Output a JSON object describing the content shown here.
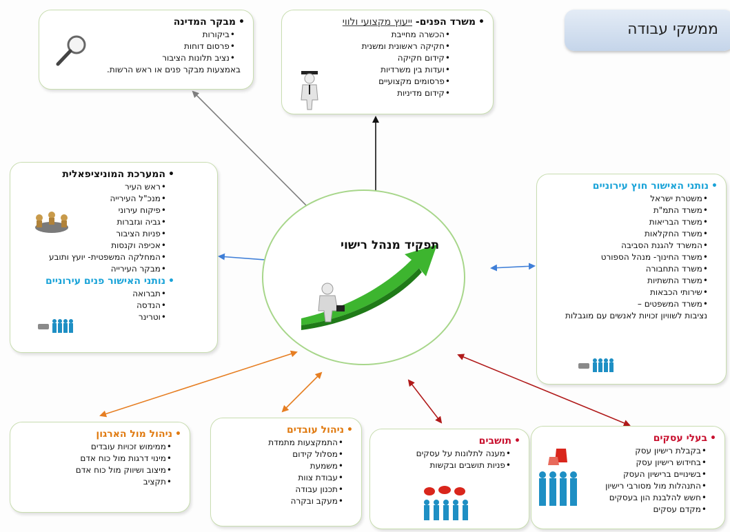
{
  "header": {
    "title": "ממשקי עבודה"
  },
  "center": {
    "title": "תפקיד מנהל רישוי"
  },
  "boxes": {
    "comptroller": {
      "title": "מבקר המדינה",
      "items": [
        "ביקורות",
        "פרסום דוחות",
        "נציב תלונות הציבור"
      ],
      "note": "באמצעות מבקר פנים או ראש הרשות."
    },
    "interior": {
      "title": "משרד הפנים-",
      "subtitle": "ייעוץ מקצועי ולווי",
      "items": [
        "הכשרה מחייבת",
        "חקיקה ראשונית ומשנית",
        "קידום חקיקה",
        "ועדות בין משרדיות",
        "פרסומים מקצועיים",
        "קידום מדיניות"
      ]
    },
    "municipal": {
      "title": "המערכת המוניציפאלית",
      "items": [
        "ראש העיר",
        "מנכ\"ל העירייה",
        "פיקוח עירוני",
        "גביה וגזברות",
        "פניות הציבור",
        "אכיפה וקנסות",
        "המחלקה המשפטית- יועץ ותובע",
        "מבקר העירייה"
      ],
      "internal_title": "נותני האישור פנים עירוניים",
      "internal_items": [
        "תברואה",
        "הנדסה",
        "וטרינר"
      ]
    },
    "external": {
      "title": "נותני האישור חוץ עירוניים",
      "items": [
        "משטרת ישראל",
        "משרד התמ\"ת",
        "משרד הבריאות",
        "משרד החקלאות",
        "המשרד להגנת הסביבה",
        "משרד החינוך- מנהל הספורט",
        "משרד התחבורה",
        "משרד התשתיות",
        "שירותי הכבאות",
        "משרד המשפטים –"
      ],
      "note": "נציבות לשוויון זכויות לאנשים עם מוגבלות"
    },
    "org": {
      "title": "ניהול מול הארגון",
      "items": [
        "ממימוש זכויות עובדים",
        "מינוי דרגות מול כוח אדם",
        "מיצוב ושיווק מול כוח אדם",
        "תקציב"
      ]
    },
    "employees": {
      "title": "ניהול עובדים",
      "items": [
        "התמקצעות מתמדת",
        "מסלול קידום",
        "משמעת",
        "עבודת צוות",
        "תכנון עבודה",
        "מעקב ובקרה"
      ]
    },
    "residents": {
      "title": "תושבים",
      "items": [
        "מענה לתלונות על עסקים",
        "פניות תושבים ובקשות"
      ]
    },
    "business": {
      "title": "בעלי עסקים",
      "items": [
        "בקבלת רישיון עסק",
        "בחידוש רישיון עסק",
        "בשינויים ברישיון העסק",
        "התנהלות מול מסורבי רישיון",
        "חשש להלבנת הון בעסקים",
        "מקדם עסקים"
      ]
    }
  },
  "colors": {
    "gray": "#7f7f7f",
    "black": "#111111",
    "blue": "#3f7fd8",
    "orange": "#e67e22",
    "red": "#b01a1a",
    "green_arrow": "#3db52f"
  }
}
